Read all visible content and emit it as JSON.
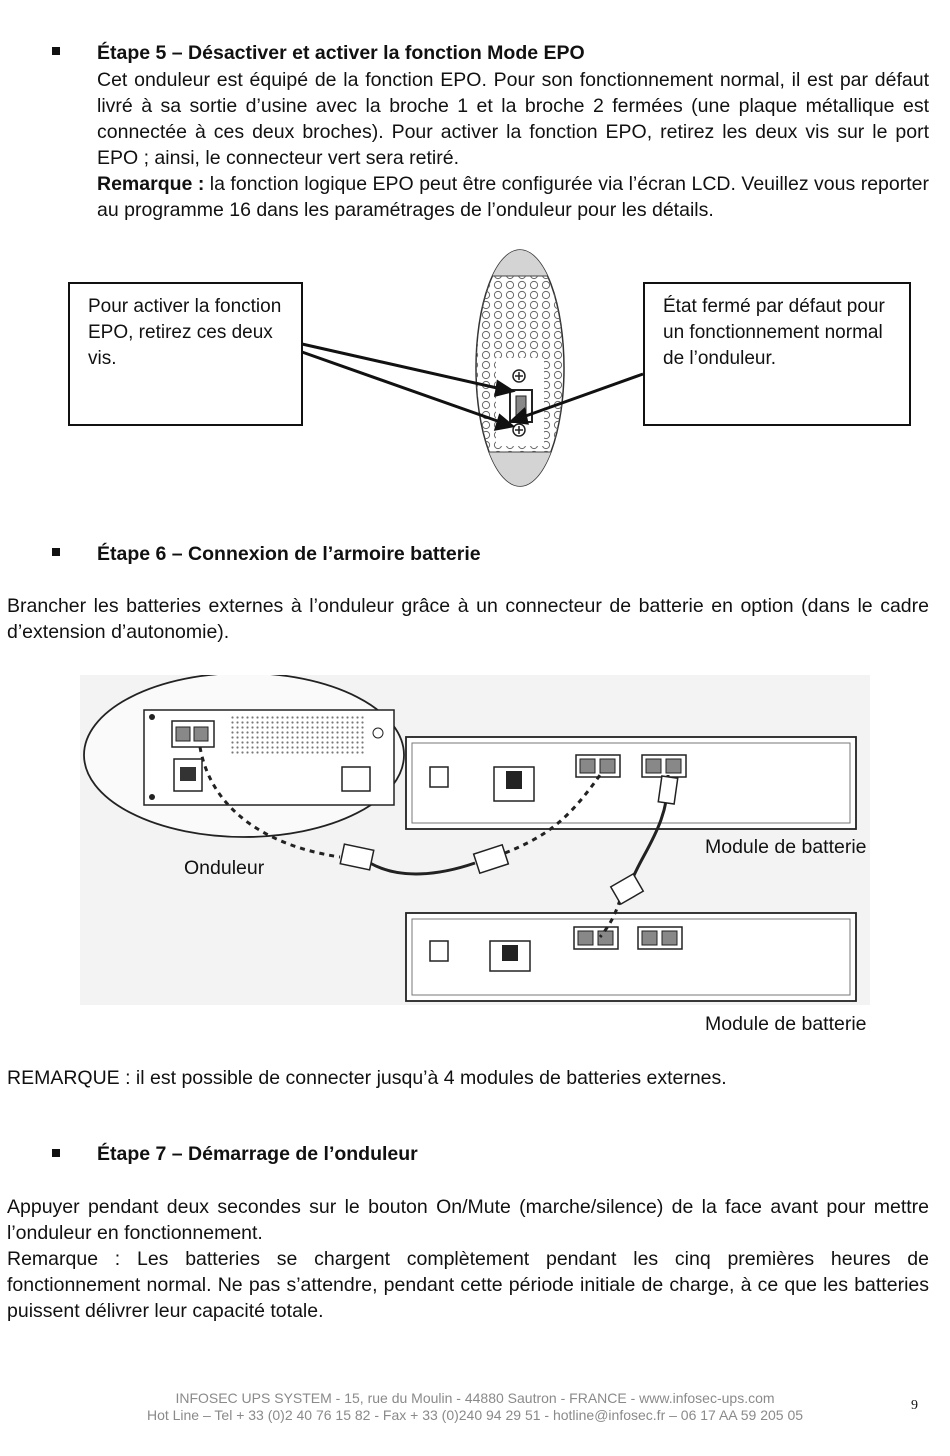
{
  "step5": {
    "heading": "Étape 5 – Désactiver et activer la fonction Mode EPO",
    "text": "Cet onduleur est équipé de la fonction EPO. Pour son fonctionnement normal, il est par défaut livré à sa sortie d’usine avec la broche 1 et la broche 2 fermées (une plaque métallique est connectée à ces deux broches). Pour activer la fonction EPO, retirez les deux vis sur le port EPO ; ainsi, le connecteur vert sera retiré.",
    "remark_label": "Remarque :",
    "remark_text": " la fonction logique EPO peut être configurée via l’écran LCD. Veuillez vous reporter au programme 16 dans les paramétrages de l’onduleur pour les détails.",
    "callout_left": "Pour activer la fonction EPO, retirez ces deux vis.",
    "callout_right": "État fermé par défaut pour un fonctionnement normal de l’onduleur."
  },
  "step6": {
    "heading": "Étape 6 – Connexion de l’armoire batterie",
    "text": "Brancher les batteries externes à l’onduleur grâce à un connecteur de batterie en option (dans le cadre d’extension d’autonomie).",
    "label_ups": "Onduleur",
    "label_module1": "Module de batterie",
    "label_module2": "Module de batterie",
    "remark": "REMARQUE : il est possible de connecter jusqu’à 4 modules de batteries externes."
  },
  "step7": {
    "heading": "Étape 7 – Démarrage de l’onduleur",
    "text": "Appuyer pendant deux secondes sur le bouton On/Mute (marche/silence) de la face avant pour mettre l’onduleur en fonctionnement.",
    "remark": "Remarque : Les batteries se chargent complètement pendant les cinq premières heures de fonctionnement normal. Ne pas s’attendre, pendant cette période initiale de charge, à ce que les batteries puissent délivrer leur capacité totale."
  },
  "footer": {
    "line1": "INFOSEC UPS SYSTEM - 15, rue du Moulin - 44880 Sautron - FRANCE - www.infosec-ups.com",
    "line2": "Hot Line – Tel + 33 (0)2 40 76 15 82 - Fax + 33 (0)240 94 29 51 - hotline@infosec.fr – 06 17 AA 59 205 05",
    "page_number": "9"
  }
}
